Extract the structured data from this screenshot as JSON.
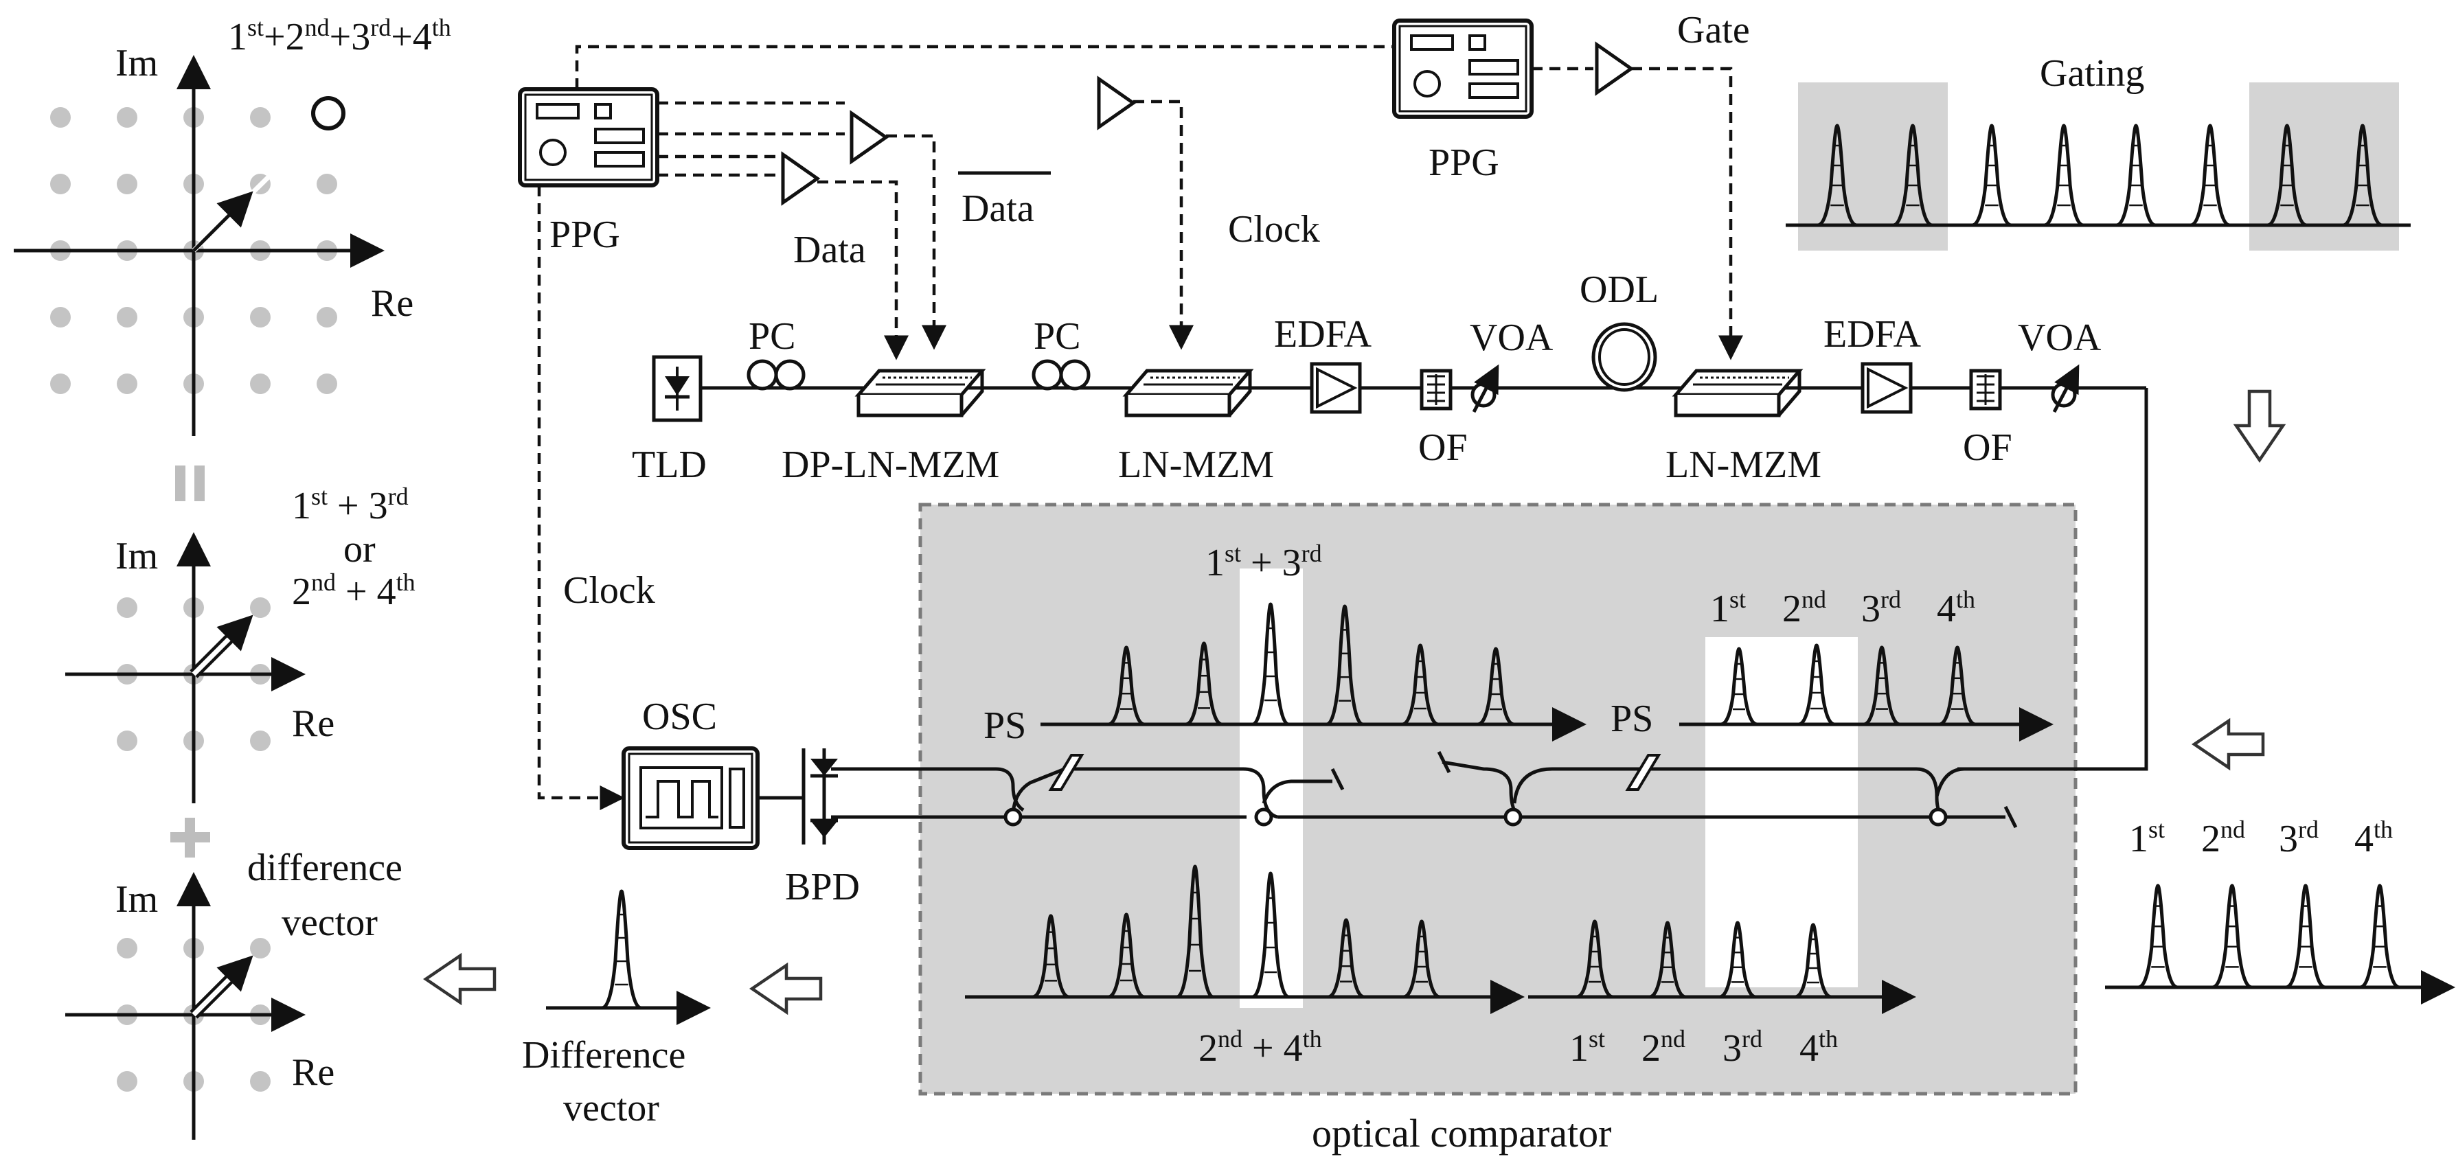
{
  "colors": {
    "background": "#ffffff",
    "line": "#111111",
    "panel_fill": "#d4d4d4",
    "panel_border": "#7a7a7a",
    "dot": "#c4c4c4",
    "highlight": "#ffffff"
  },
  "icons": [
    "ppg-icon",
    "amplifier-icon",
    "modulator-icon",
    "polarization-controller-icon",
    "laser-diode-icon",
    "filter-icon",
    "attenuator-icon",
    "delay-line-icon",
    "oscilloscope-icon",
    "photodiode-icon",
    "hollow-arrow-icon"
  ],
  "labels": {
    "im": "Im",
    "re": "Re",
    "ppg": "PPG",
    "data": "Data",
    "data_bar": "Data",
    "clock": "Clock",
    "gate": "Gate",
    "gating": "Gating",
    "pc": "PC",
    "edfa": "EDFA",
    "voa": "VOA",
    "odl": "ODL",
    "of": "OF",
    "tld": "TLD",
    "dp_ln_mzm": "DP-LN-MZM",
    "ln_mzm": "LN-MZM",
    "osc": "OSC",
    "bpd": "BPD",
    "ps": "PS",
    "or": "or",
    "plus": "+",
    "difference_vector_1": "difference",
    "difference_vector_2": "vector",
    "difference_cap_1": "Difference",
    "difference_cap_2": "vector",
    "optical_comparator": "optical comparator"
  },
  "ordinals": {
    "first": "1",
    "first_sup": "st",
    "second": "2",
    "second_sup": "nd",
    "third": "3",
    "third_sup": "rd",
    "fourth": "4",
    "fourth_sup": "th"
  }
}
